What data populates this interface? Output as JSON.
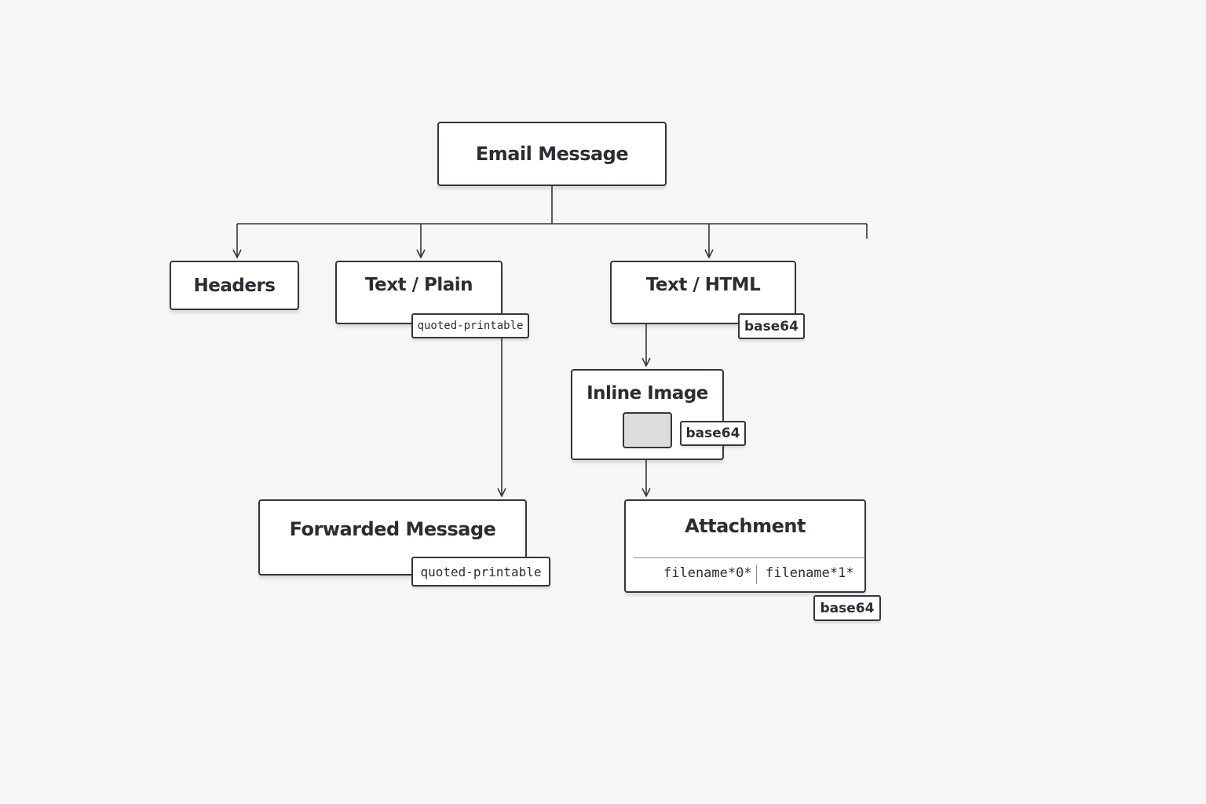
{
  "diagram": {
    "root": {
      "label": "Email Message"
    },
    "headers": {
      "label": "Headers"
    },
    "text_plain": {
      "label": "Text / Plain",
      "encoding": "quoted-printable"
    },
    "text_html": {
      "label": "Text / HTML",
      "encoding": "base64"
    },
    "inline_image": {
      "label": "Inline Image",
      "encoding": "base64"
    },
    "forwarded_message": {
      "label": "Forwarded Message",
      "encoding": "quoted-printable"
    },
    "attachment": {
      "label": "Attachment",
      "filename_parts": [
        "filename*0*",
        "filename*1*"
      ],
      "encoding": "base64"
    }
  },
  "colors": {
    "background": "#f6f6f6",
    "stroke": "#33363b",
    "box_fill": "#ffffff",
    "image_fill": "#dcdcdc"
  }
}
